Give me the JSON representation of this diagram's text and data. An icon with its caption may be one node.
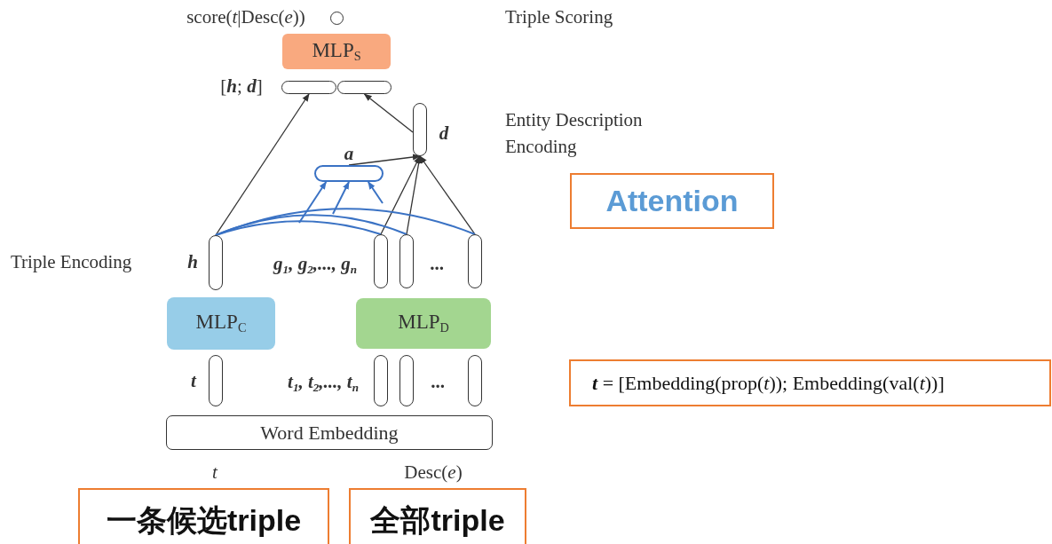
{
  "diagram": {
    "nodes": [
      {
        "text": [],
        "shape": "circle"
      },
      {
        "text": [
          "MLP$_{S}$"
        ]
      },
      {
        "text": [],
        "shape": "bar"
      },
      {
        "text": [],
        "shape": "bar"
      },
      {
        "text": [],
        "shape": "bar",
        "beside": [
          "d"
        ]
      },
      {
        "text": [],
        "shape": "bar",
        "beside": [
          "a"
        ]
      },
      {
        "text": [],
        "shape": "bar",
        "beside": [
          "h"
        ]
      },
      {
        "text": [],
        "shape": "bar"
      },
      {
        "text": [],
        "shape": "bar"
      },
      {
        "text": [],
        "shape": "bar"
      },
      {
        "text": [
          "MLP$_{C}$"
        ]
      },
      {
        "text": [
          "MLP$_{D}$"
        ]
      },
      {
        "text": [],
        "shape": "bar",
        "beside": [
          "t"
        ]
      },
      {
        "text": [],
        "shape": "bar"
      },
      {
        "text": [],
        "shape": "bar"
      },
      {
        "text": [],
        "shape": "bar"
      },
      {
        "text": [
          "Word Embedding"
        ]
      },
      {
        "text": [
          "Attention"
        ]
      },
      {
        "text": [
          "**t** = [Embedding(prop(*t*)); Embedding(val(*t*))]"
        ]
      },
      {
        "text": [
          "一条候选triple"
        ]
      },
      {
        "text": [
          "全部triple"
        ]
      }
    ],
    "edges": [
      {
        "from": 6,
        "to": 2,
        "arrow": "to"
      },
      {
        "from": 4,
        "to": 3,
        "arrow": "to"
      },
      {
        "from": 5,
        "to": 4,
        "arrow": "to"
      },
      {
        "from": 7,
        "to": 4,
        "arrow": "to"
      },
      {
        "from": 8,
        "to": 4,
        "arrow": "to"
      },
      {
        "from": 9,
        "to": 4,
        "arrow": "to"
      },
      {
        "from": 6,
        "to": 7,
        "arrow": "none",
        "color": "#3a72c4"
      },
      {
        "from": 6,
        "to": 8,
        "arrow": "none",
        "color": "#3a72c4"
      },
      {
        "from": 6,
        "to": 9,
        "arrow": "none",
        "color": "#3a72c4"
      },
      {
        "from": null,
        "to": 5,
        "arrow": "to",
        "color": "#3a72c4"
      },
      {
        "from": null,
        "to": 5,
        "arrow": "to",
        "color": "#3a72c4"
      },
      {
        "from": null,
        "to": 5,
        "arrow": "to",
        "color": "#3a72c4"
      }
    ],
    "labels": [
      "score(*t*|Desc(*e*))",
      "Triple Scoring",
      "[**h**; **d**]",
      "Entity Description Encoding",
      "Triple Encoding",
      "g$_{1}$, g$_{2}$,..., g$_{n}$",
      "...",
      "t$_{1}$, t$_{2}$,..., t$_{n}$",
      "...",
      "t",
      "Desc(*e*)"
    ]
  }
}
